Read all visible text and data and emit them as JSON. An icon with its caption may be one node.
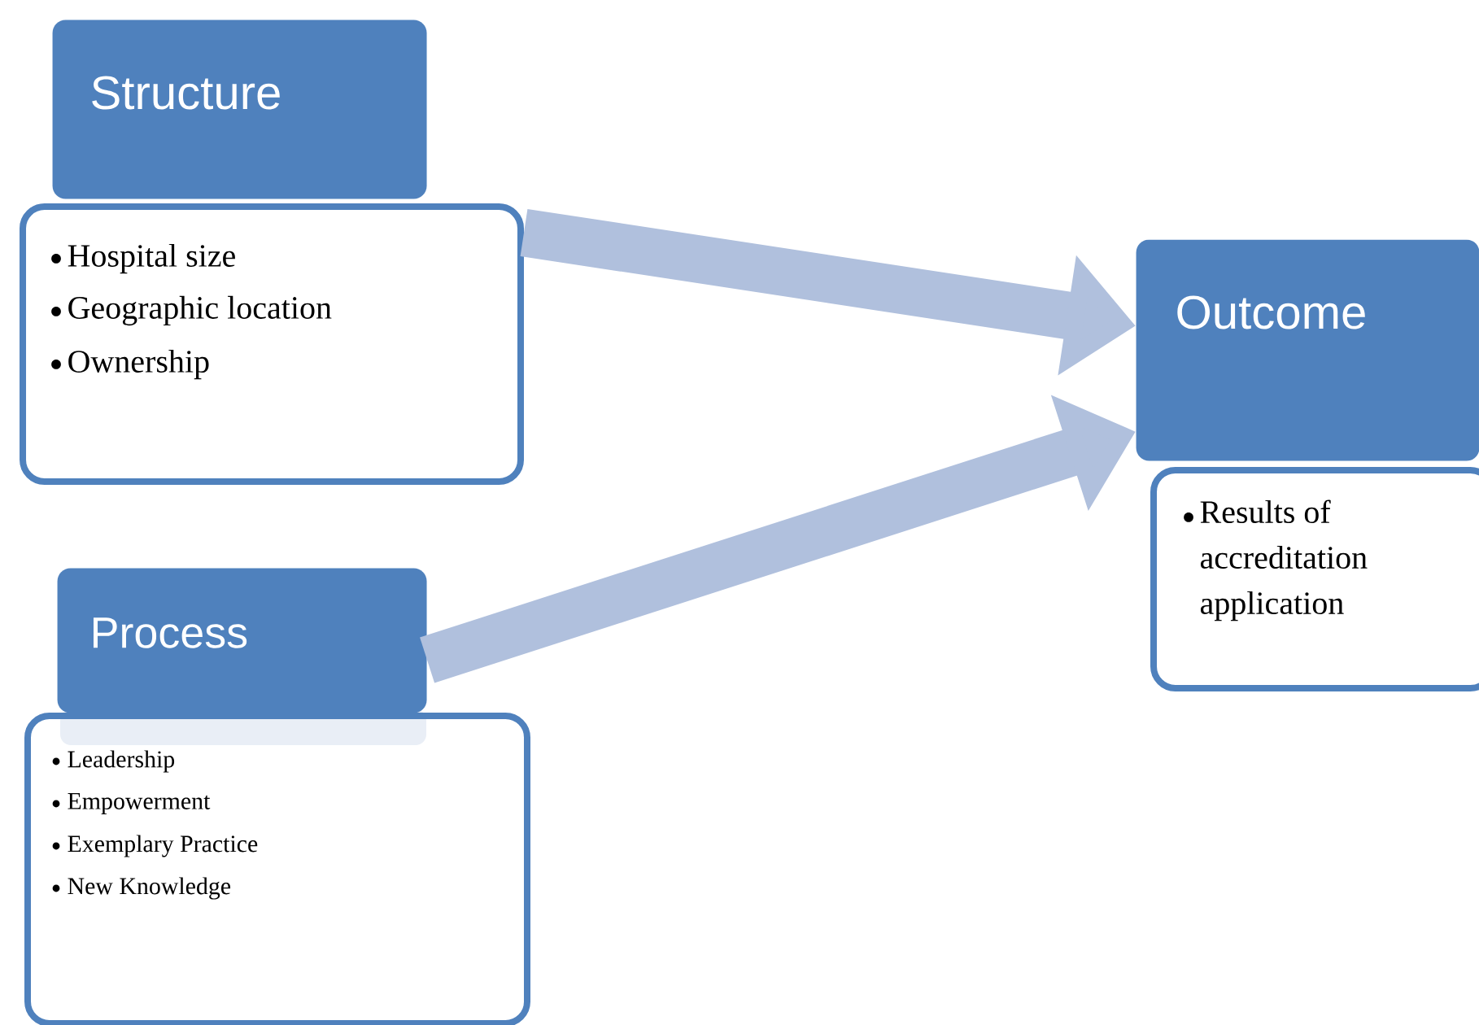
{
  "diagram": {
    "nodes": [
      {
        "text": [
          "Structure"
        ]
      },
      {
        "text": [
          "Hospital size",
          "Geographic location",
          "Ownership"
        ]
      },
      {
        "text": [
          "Process"
        ]
      },
      {
        "text": [
          "Leadership",
          "Empowerment",
          "Exemplary Practice",
          "New Knowledge"
        ]
      },
      {
        "text": [
          "Outcome"
        ]
      },
      {
        "text": [
          "Results of accreditation application"
        ]
      }
    ],
    "edges": [
      {
        "from": 1,
        "to": 4,
        "arrow": "to"
      },
      {
        "from": 2,
        "to": 4,
        "arrow": "to"
      }
    ]
  }
}
